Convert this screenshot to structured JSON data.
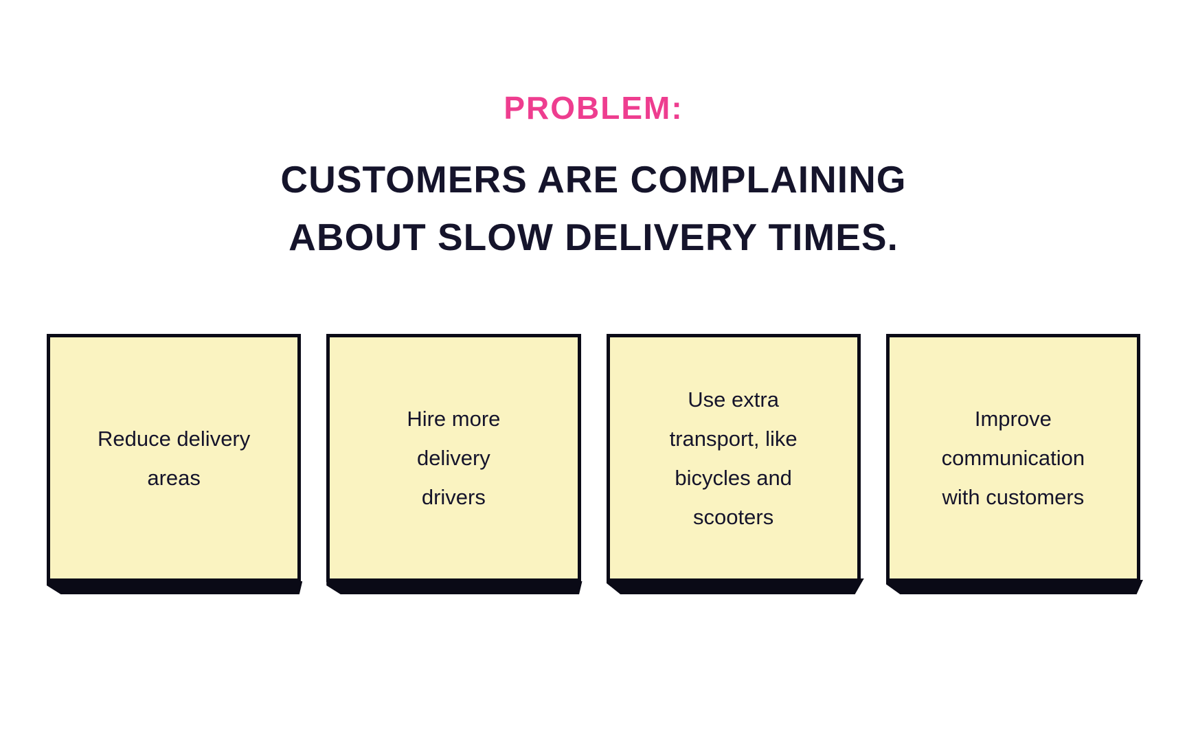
{
  "header": {
    "eyebrow": "PROBLEM:",
    "title_lines": [
      "CUSTOMERS ARE COMPLAINING",
      "ABOUT SLOW DELIVERY TIMES."
    ]
  },
  "notes": [
    {
      "lines": [
        "Reduce delivery",
        "areas"
      ]
    },
    {
      "lines": [
        "Hire more",
        "delivery",
        "drivers"
      ]
    },
    {
      "lines": [
        "Use extra",
        "transport, like",
        "bicycles and",
        "scooters"
      ]
    },
    {
      "lines": [
        "Improve",
        "communication",
        "with customers"
      ]
    }
  ],
  "colors": {
    "background": "#ffffff",
    "accent_pink": "#ee3d8f",
    "text_dark": "#15142b",
    "note_fill": "#faf3c1",
    "note_border": "#0a0a16"
  }
}
